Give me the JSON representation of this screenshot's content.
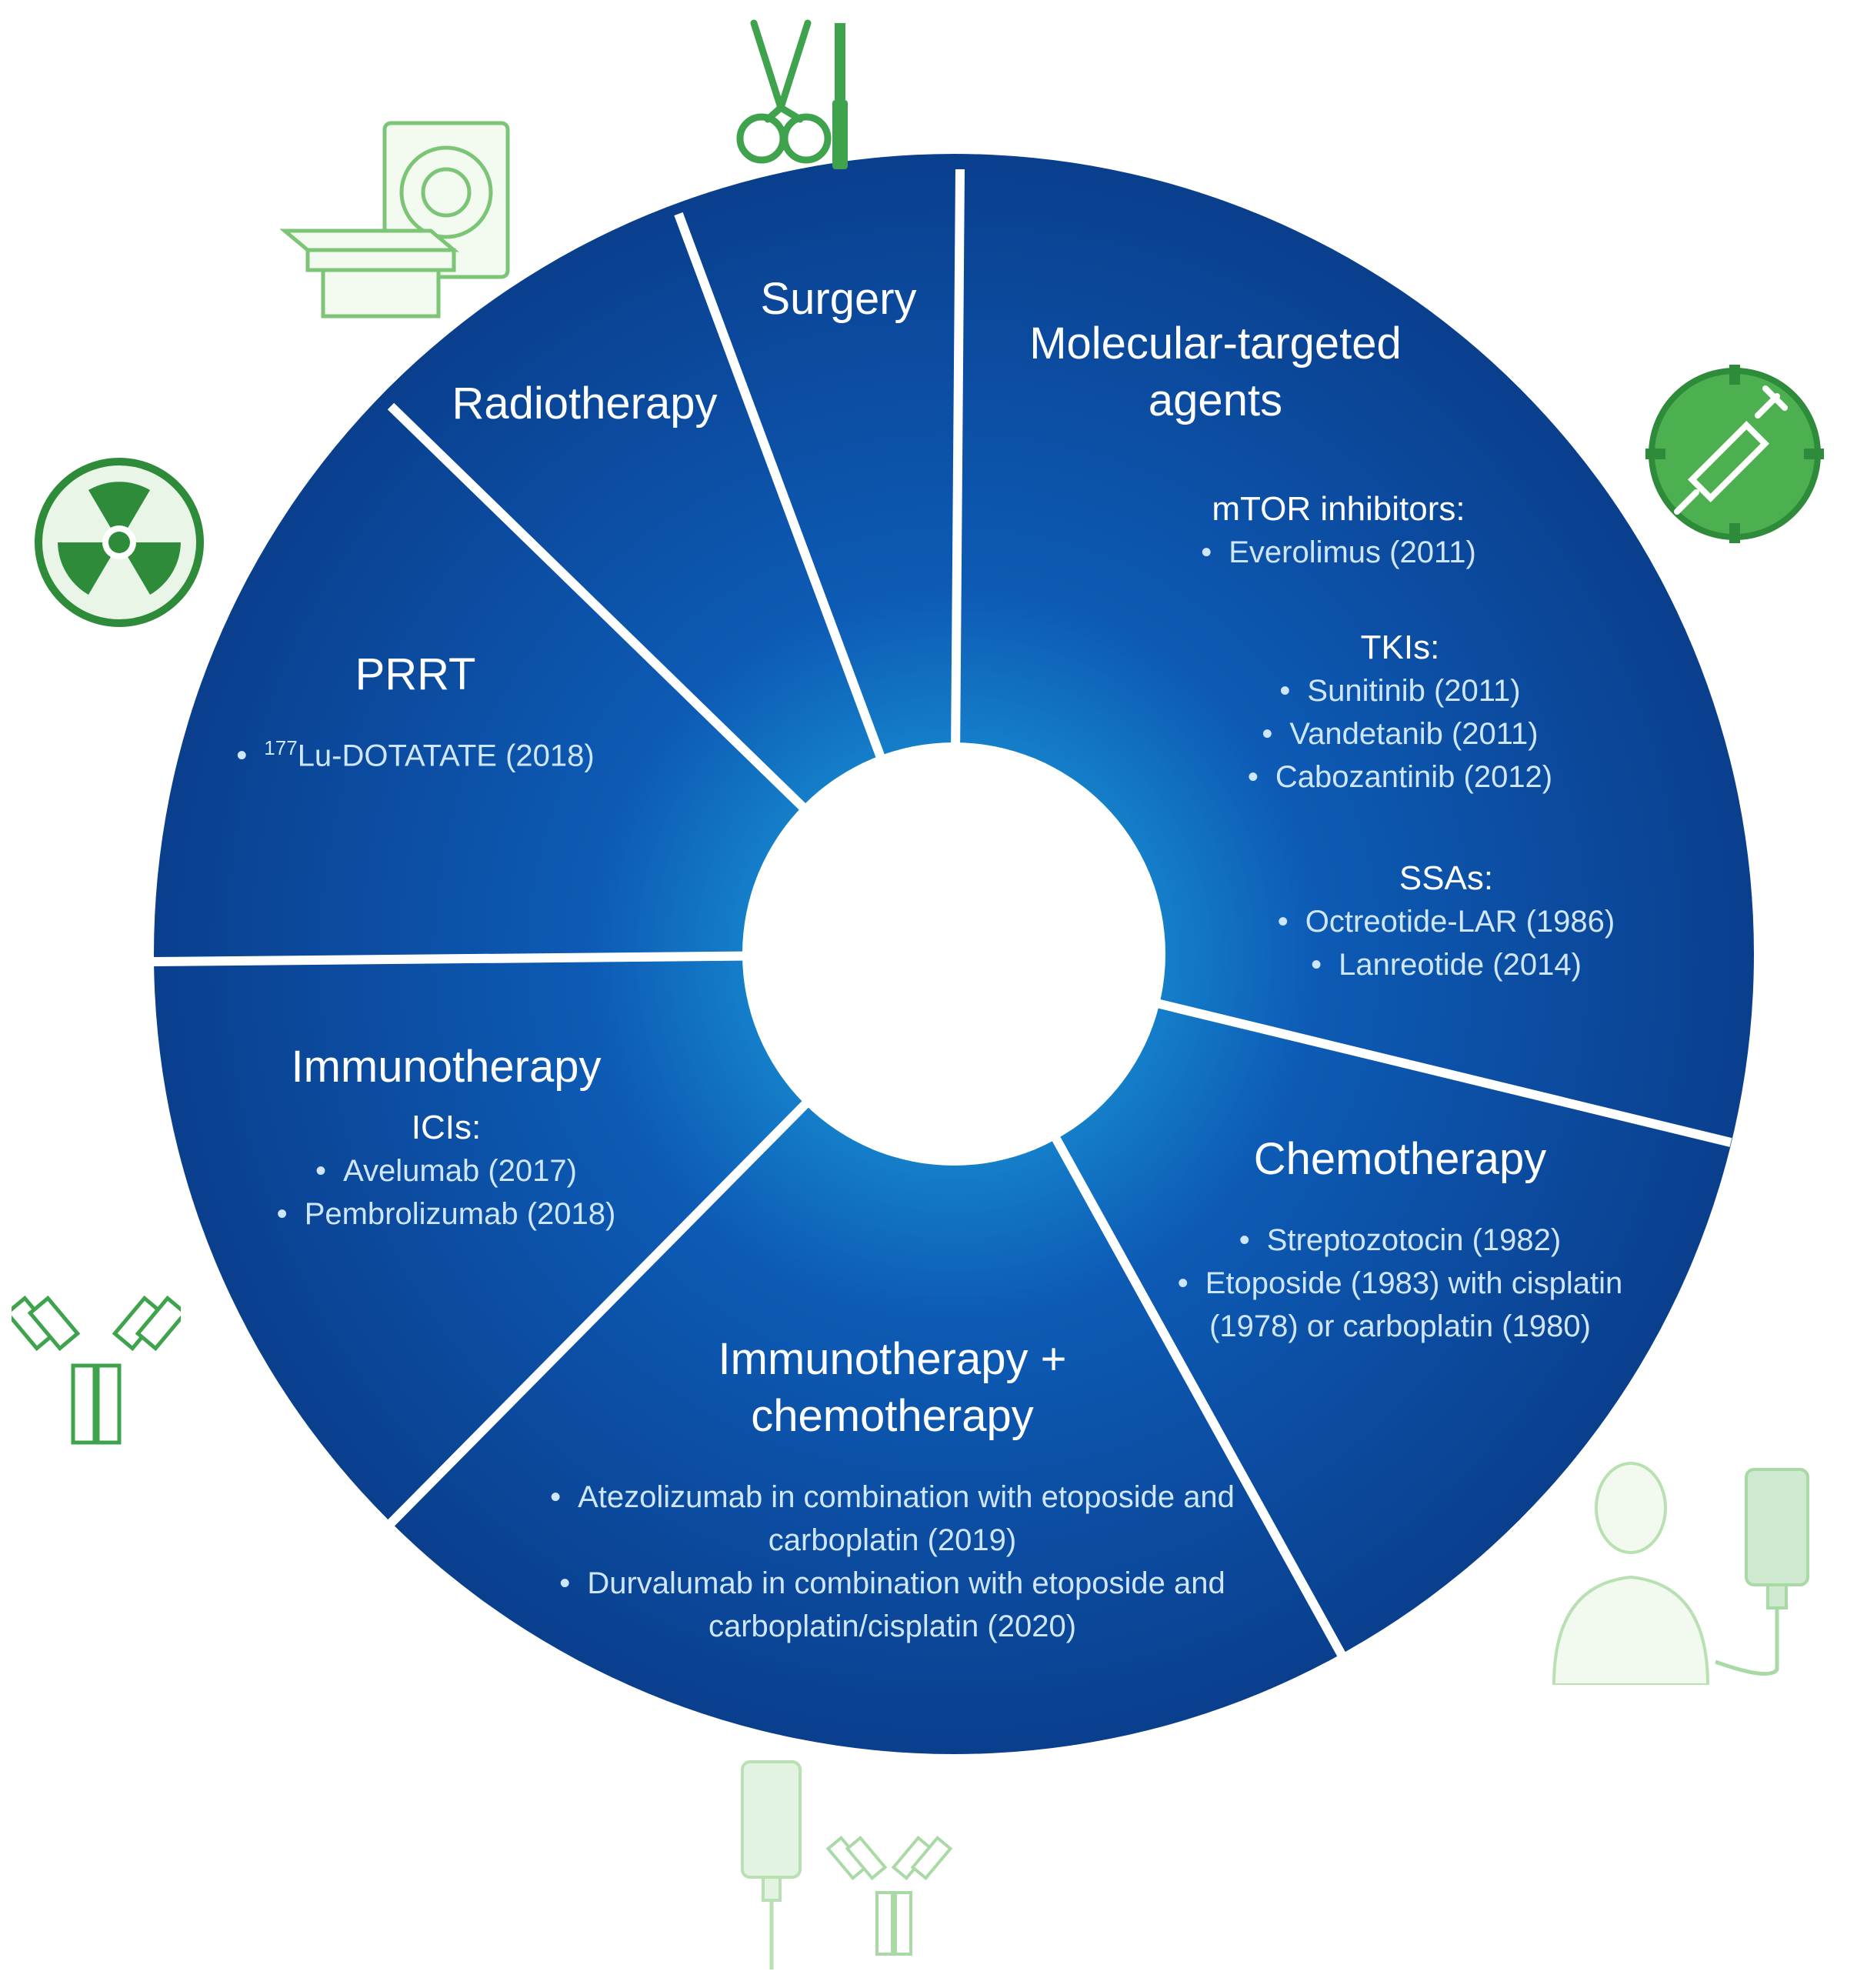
{
  "colors": {
    "wheel_center": "#1fb0e6",
    "wheel_mid": "#0d5bb5",
    "wheel_edge": "#0a3f8e",
    "divider": "#ffffff",
    "icon_green": "#3fa34d",
    "icon_light_green": "#a9d9a4",
    "item_text": "#cfe6ff"
  },
  "segments": {
    "surgery": {
      "title": "Surgery"
    },
    "molecular": {
      "title": "Molecular-targeted agents",
      "groups": [
        {
          "heading": "mTOR inhibitors:",
          "items": [
            "Everolimus (2011)"
          ]
        },
        {
          "heading": "TKIs:",
          "items": [
            "Sunitinib (2011)",
            "Vandetanib (2011)",
            "Cabozantinib (2012)"
          ]
        },
        {
          "heading": "SSAs:",
          "items": [
            "Octreotide-LAR (1986)",
            "Lanreotide (2014)"
          ]
        }
      ]
    },
    "chemotherapy": {
      "title": "Chemotherapy",
      "items": [
        "Streptozotocin (1982)",
        "Etoposide (1983) with cisplatin (1978) or carboplatin (1980)"
      ]
    },
    "immuno_chemo": {
      "title": "Immunotherapy + chemotherapy",
      "items": [
        "Atezolizumab in combination with etoposide and carboplatin (2019)",
        "Durvalumab in combination with etoposide and carboplatin/cisplatin (2020)"
      ]
    },
    "immunotherapy": {
      "title": "Immunotherapy",
      "groups": [
        {
          "heading": "ICIs:",
          "items": [
            "Avelumab (2017)",
            "Pembrolizumab (2018)"
          ]
        }
      ]
    },
    "prrt": {
      "title": "PRRT",
      "item_sup": "177",
      "item_text": "Lu-DOTATATE (2018)"
    },
    "radiotherapy": {
      "title": "Radiotherapy"
    }
  },
  "icons": [
    "scissors-scalpel-icon",
    "ct-scanner-icon",
    "syringe-icon",
    "radiation-icon",
    "antibody-icon",
    "iv-drip-patient-icon",
    "iv-bag-antibody-icon"
  ]
}
